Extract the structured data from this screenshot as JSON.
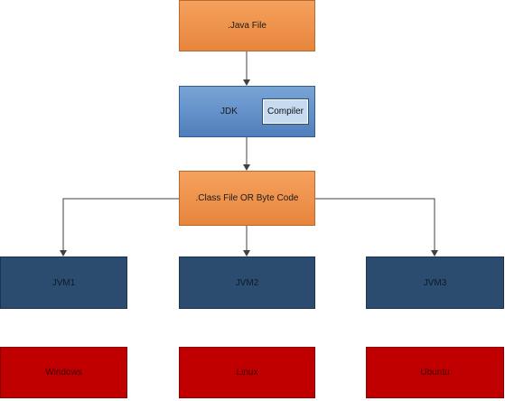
{
  "diagram": {
    "java_file": ".Java File",
    "jdk": "JDK",
    "compiler": "Compiler",
    "class_file": ".Class File OR Byte Code",
    "jvms": [
      "JVM1",
      "JVM2",
      "JVM3"
    ],
    "platforms": [
      "Windows",
      "Linux",
      "Ubuntu"
    ]
  },
  "colors": {
    "source_box": "#e8853c",
    "jdk_box": "#4f7fbc",
    "jvm_box": "#2b4c6f",
    "platform_box": "#c00000",
    "connector": "#404040"
  }
}
